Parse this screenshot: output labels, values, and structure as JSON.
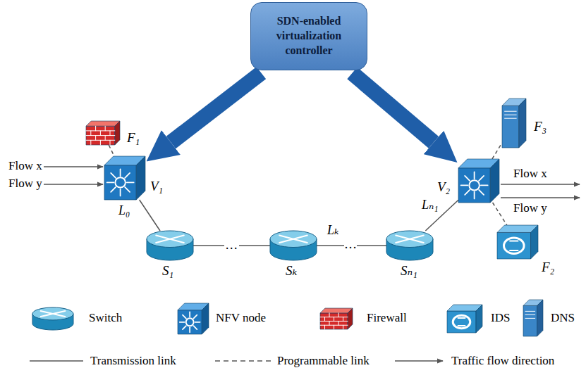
{
  "diagram": {
    "nodes": [
      {
        "text": [
          "SDN-enabled virtualization controller"
        ]
      },
      {
        "text": [
          "F₁"
        ]
      },
      {
        "text": [
          "V₁"
        ]
      },
      {
        "text": [
          "F₃"
        ]
      },
      {
        "text": [
          "V₂"
        ]
      },
      {
        "text": [
          "F₂"
        ]
      },
      {
        "text": [
          "S₁"
        ]
      },
      {
        "text": [
          "Sₖ"
        ]
      },
      {
        "text": [
          "Sₙ₁"
        ]
      }
    ],
    "edges": [
      {
        "from": 0,
        "to": 2,
        "arrow": "to"
      },
      {
        "from": 0,
        "to": 4,
        "arrow": "to"
      },
      {
        "from": 1,
        "to": 2,
        "arrow": "none"
      },
      {
        "from": 2,
        "to": 6,
        "arrow": "none",
        "label": "L₀"
      },
      {
        "from": 6,
        "to": 7,
        "arrow": "none",
        "label": "…"
      },
      {
        "from": 7,
        "to": 8,
        "arrow": "none",
        "label": "Lₖ"
      },
      {
        "from": 8,
        "to": 4,
        "arrow": "none",
        "label": "Lₙ₁"
      },
      {
        "from": 4,
        "to": 3,
        "arrow": "none"
      },
      {
        "from": 4,
        "to": 5,
        "arrow": "none"
      }
    ],
    "labels": [
      "Flow x",
      "Flow y",
      "Flow x",
      "Flow y",
      "…"
    ],
    "legend": [
      {
        "text": "Switch"
      },
      {
        "text": "NFV node"
      },
      {
        "text": "Firewall"
      },
      {
        "text": "IDS"
      },
      {
        "text": "DNS"
      },
      {
        "text": "Transmission link"
      },
      {
        "text": "Programmable link"
      },
      {
        "text": "Traffic flow direction"
      }
    ]
  }
}
